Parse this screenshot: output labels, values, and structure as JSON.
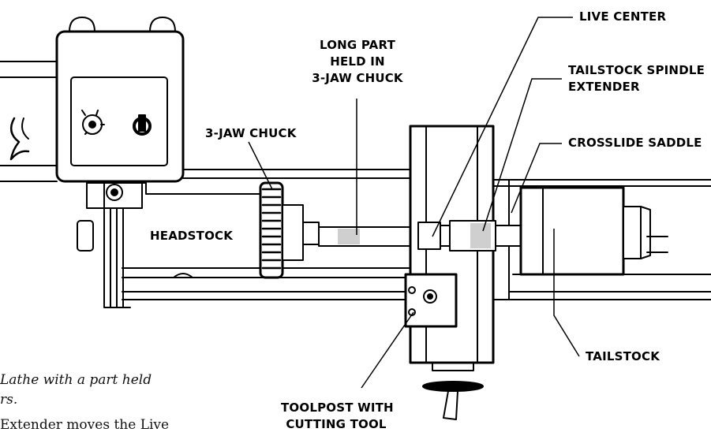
{
  "labels": {
    "live_center": "LIVE CENTER",
    "long_part_1": "LONG PART",
    "long_part_2": "HELD IN",
    "long_part_3": "3-JAW CHUCK",
    "spindle_extender_1": "TAILSTOCK SPINDLE",
    "spindle_extender_2": "EXTENDER",
    "chuck": "3-JAW CHUCK",
    "crosslide_saddle": "CROSSLIDE SADDLE",
    "headstock": "HEADSTOCK",
    "tailstock": "TAILSTOCK",
    "toolpost_1": "TOOLPOST WITH",
    "toolpost_2": "CUTTING TOOL"
  },
  "caption": {
    "line1": "Lathe with a part held",
    "line2": "rs.",
    "line3": "Extender moves the Live"
  },
  "colors": {
    "ink": "#000000",
    "highlight": "#cfcfcf",
    "background": "#ffffff"
  }
}
